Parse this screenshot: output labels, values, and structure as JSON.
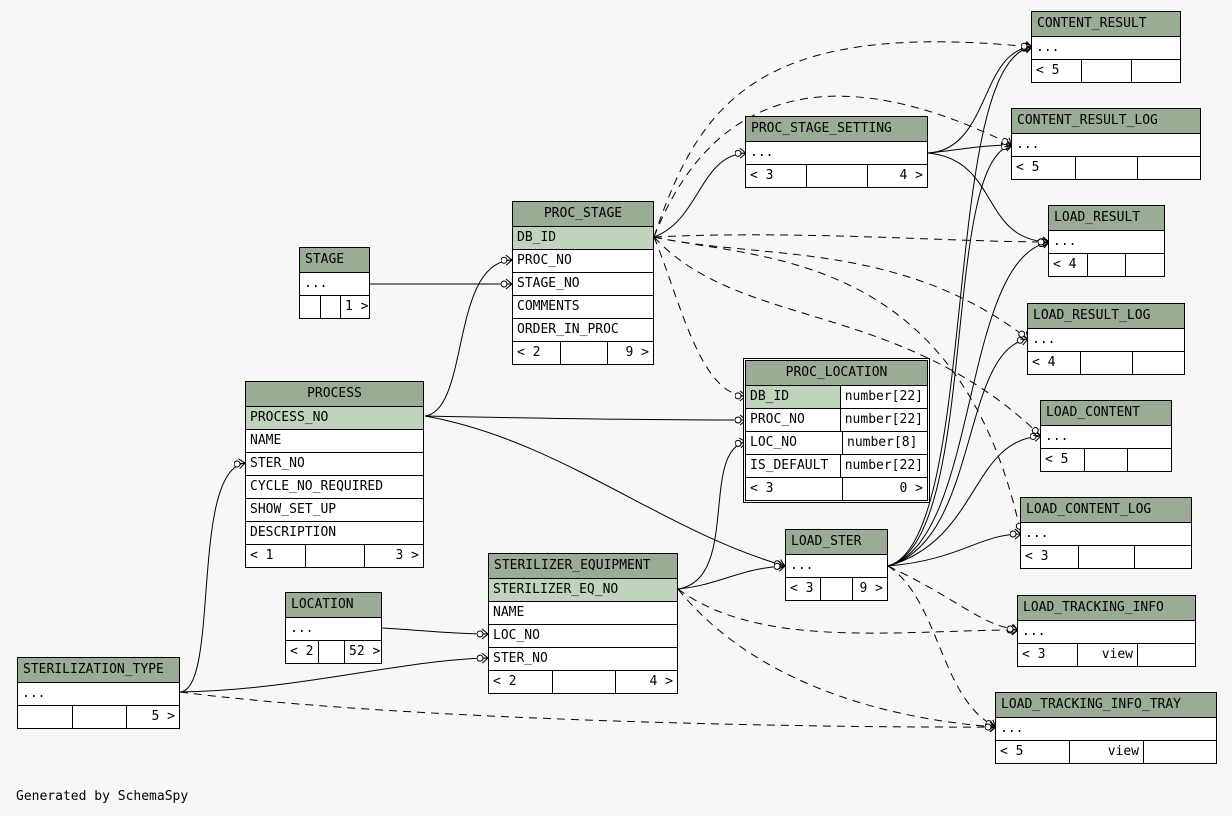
{
  "footer": "Generated by SchemaSpy",
  "tables": {
    "content_result": {
      "title": "CONTENT_RESULT",
      "rows": [
        "..."
      ],
      "foot": [
        "< 5",
        "",
        ""
      ]
    },
    "content_result_log": {
      "title": "CONTENT_RESULT_LOG",
      "rows": [
        "..."
      ],
      "foot": [
        "< 5",
        "",
        ""
      ]
    },
    "proc_stage_setting": {
      "title": "PROC_STAGE_SETTING",
      "rows": [
        "..."
      ],
      "foot": [
        "< 3",
        "",
        "4 >"
      ]
    },
    "load_result": {
      "title": "LOAD_RESULT",
      "rows": [
        "..."
      ],
      "foot": [
        "< 4",
        "",
        ""
      ]
    },
    "proc_stage": {
      "title": "PROC_STAGE",
      "rows": [
        "DB_ID",
        "PROC_NO",
        "STAGE_NO",
        "COMMENTS",
        "ORDER_IN_PROC"
      ],
      "foot": [
        "< 2",
        "",
        "9 >"
      ]
    },
    "stage": {
      "title": "STAGE",
      "rows": [
        "..."
      ],
      "foot": [
        "",
        "",
        "1 >"
      ]
    },
    "load_result_log": {
      "title": "LOAD_RESULT_LOG",
      "rows": [
        "..."
      ],
      "foot": [
        "< 4",
        "",
        ""
      ]
    },
    "process": {
      "title": "PROCESS",
      "rows": [
        "PROCESS_NO",
        "NAME",
        "STER_NO",
        "CYCLE_NO_REQUIRED",
        "SHOW_SET_UP",
        "DESCRIPTION"
      ],
      "foot": [
        "< 1",
        "",
        "3 >"
      ]
    },
    "proc_location": {
      "title": "PROC_LOCATION",
      "rows": [
        [
          "DB_ID",
          "number[22]"
        ],
        [
          "PROC_NO",
          "number[22]"
        ],
        [
          "LOC_NO",
          "number[8]"
        ],
        [
          "IS_DEFAULT",
          "number[22]"
        ]
      ],
      "foot": [
        "< 3",
        "0 >"
      ]
    },
    "load_content": {
      "title": "LOAD_CONTENT",
      "rows": [
        "..."
      ],
      "foot": [
        "< 5",
        "",
        ""
      ]
    },
    "load_content_log": {
      "title": "LOAD_CONTENT_LOG",
      "rows": [
        "..."
      ],
      "foot": [
        "< 3",
        "",
        ""
      ]
    },
    "load_ster": {
      "title": "LOAD_STER",
      "rows": [
        "..."
      ],
      "foot": [
        "< 3",
        "",
        "9 >"
      ]
    },
    "sterilizer_equipment": {
      "title": "STERILIZER_EQUIPMENT",
      "rows": [
        "STERILIZER_EQ_NO",
        "NAME",
        "LOC_NO",
        "STER_NO"
      ],
      "foot": [
        "< 2",
        "",
        "4 >"
      ]
    },
    "location": {
      "title": "LOCATION",
      "rows": [
        "..."
      ],
      "foot": [
        "< 2",
        "",
        "52 >"
      ]
    },
    "load_tracking_info": {
      "title": "LOAD_TRACKING_INFO",
      "rows": [
        "..."
      ],
      "foot": [
        "< 3",
        "view",
        ""
      ]
    },
    "sterilization_type": {
      "title": "STERILIZATION_TYPE",
      "rows": [
        "..."
      ],
      "foot": [
        "",
        "",
        "5 >"
      ]
    },
    "load_tracking_info_tray": {
      "title": "LOAD_TRACKING_INFO_TRAY",
      "rows": [
        "..."
      ],
      "foot": [
        "< 5",
        "view",
        ""
      ]
    }
  }
}
